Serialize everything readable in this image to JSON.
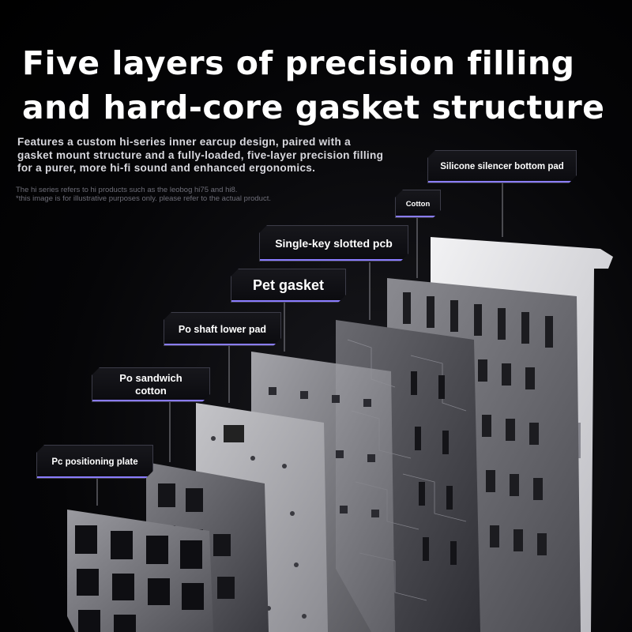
{
  "headline": {
    "line1": "Five layers of precision filling",
    "line2": "and hard-core gasket structure"
  },
  "description": "Features a custom hi-series inner earcup design, paired with a gasket mount structure and a fully-loaded, five-layer precision filling for a purer, more hi-fi sound and enhanced ergonomics.",
  "notes": {
    "line1": "The hi series refers to hi products such as the leobog hi75 and hi8.",
    "line2": "*this image is for illustrative purposes only. please refer to the actual product."
  },
  "labels": {
    "silicone": "Silicone silencer bottom pad",
    "cotton": "Cotton",
    "pcb": "Single-key slotted pcb",
    "pet": "Pet gasket",
    "po_shaft": "Po shaft lower pad",
    "po_sandwich": "Po sandwich\ncotton",
    "pc_plate": "Pc positioning plate"
  },
  "colors": {
    "background": "#000000",
    "text": "#ffffff",
    "accent_glow": "#8a7cff"
  }
}
